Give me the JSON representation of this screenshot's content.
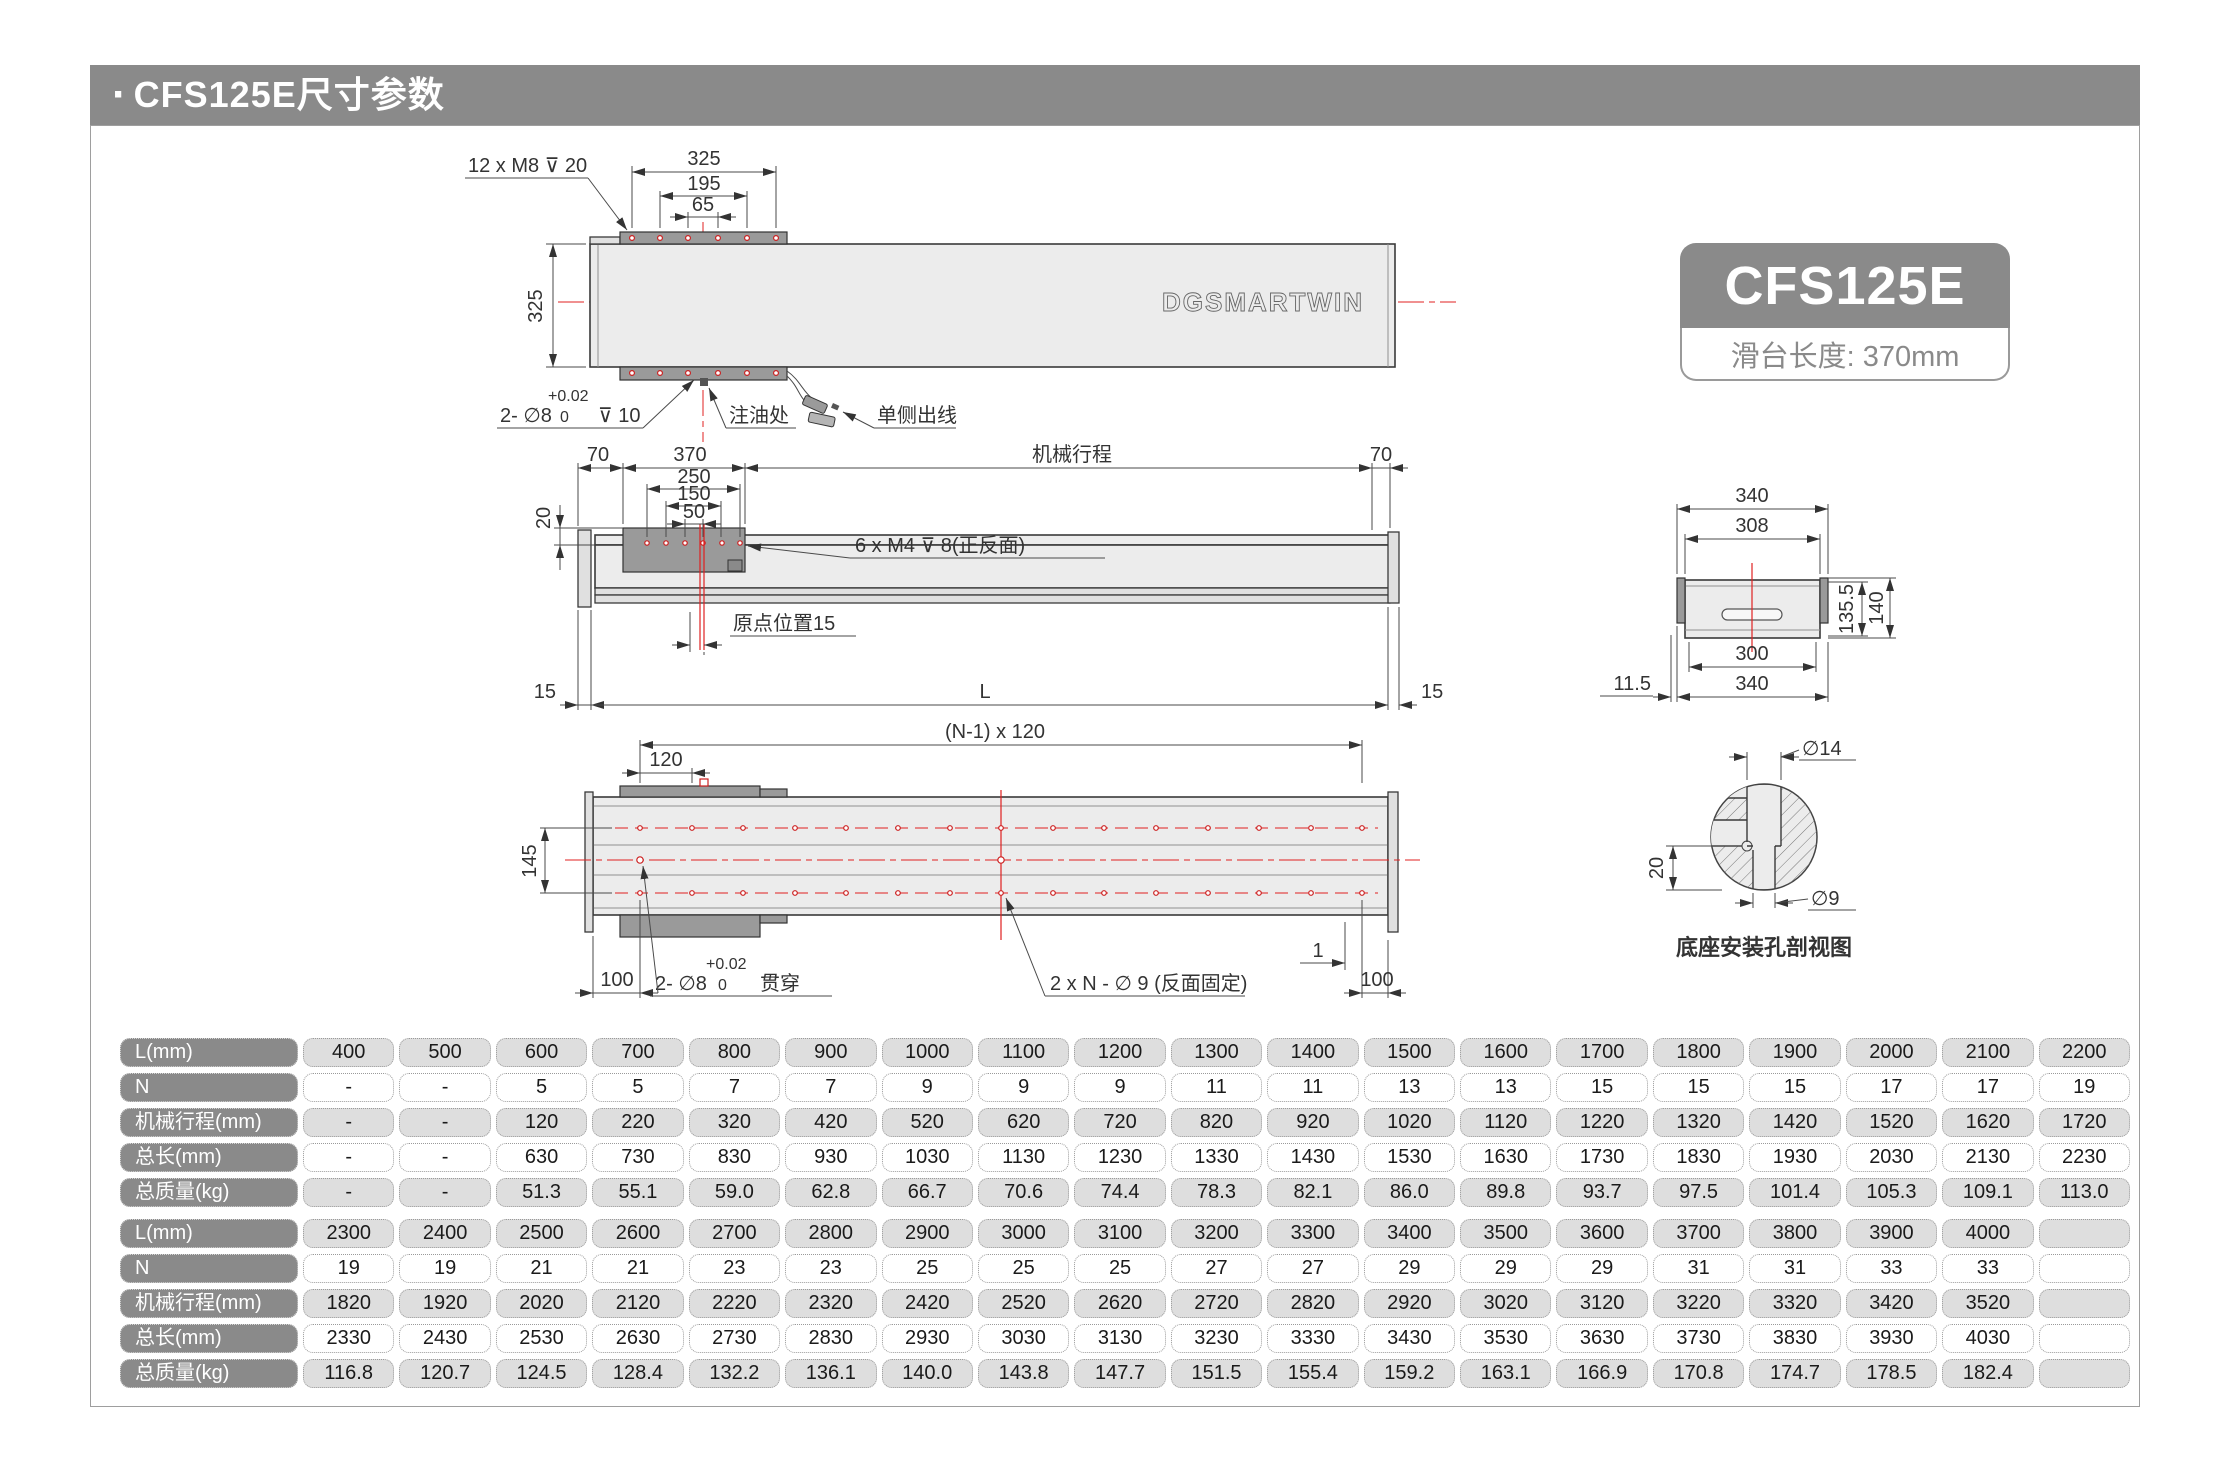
{
  "header": {
    "bullet": "·",
    "title": "CFS125E尺寸参数"
  },
  "badge": {
    "model": "CFS125E",
    "subtitle": "滑台长度: 370mm"
  },
  "logo": {
    "text": "DGSMARTWIN"
  },
  "colors": {
    "header_bg": "#8a8a8a",
    "label_bg": "#8a8a8a",
    "cell_gray": "#dedede",
    "centerline_red": "#e02020",
    "plate_gray": "#9a9a9a",
    "body_gray": "#ececec"
  },
  "drawing": {
    "top_view": {
      "bolt_callout": "12 x M8  ⊽ 20",
      "dim_325_top": "325",
      "dim_195": "195",
      "dim_65": "65",
      "dim_325_left": "325",
      "pin_callout": "2- ∅8",
      "pin_tol_upper": "+0.02",
      "pin_tol_lower": "0",
      "pin_depth": "⊽ 10",
      "oil_port": "注油处",
      "cable_exit": "单侧出线"
    },
    "side_view": {
      "dim_70_left": "70",
      "dim_370": "370",
      "stroke_label": "机械行程",
      "dim_70_right": "70",
      "dim_250": "250",
      "dim_150": "150",
      "dim_50": "50",
      "dim_20": "20",
      "m4_callout": "6 x M4  ⊽ 8(正反面)",
      "origin_label": "原点位置15",
      "dim_15_left": "15",
      "dim_L": "L",
      "dim_15_right": "15"
    },
    "bottom_view": {
      "dim_n_pitch": "(N-1) x 120",
      "dim_120": "120",
      "dim_145": "145",
      "dim_100_left": "100",
      "pin_callout": "2- ∅8",
      "pin_tol_upper": "+0.02",
      "pin_tol_lower": "0",
      "pin_through": "贯穿",
      "hole_callout": "2 x N - ∅ 9 (反面固定)",
      "dim_1": "1",
      "dim_100_right": "100"
    },
    "section_view": {
      "dim_340_top": "340",
      "dim_308": "308",
      "dim_135_5": "135.5",
      "dim_140": "140",
      "dim_300": "300",
      "dim_340_bottom": "340",
      "dim_11_5": "11.5"
    },
    "detail_view": {
      "dim_d14": "∅14",
      "dim_20": "20",
      "dim_d9": "∅9",
      "caption": "底座安装孔剖视图"
    }
  },
  "tables": [
    {
      "rows": [
        {
          "label": "L(mm)",
          "values": [
            "400",
            "500",
            "600",
            "700",
            "800",
            "900",
            "1000",
            "1100",
            "1200",
            "1300",
            "1400",
            "1500",
            "1600",
            "1700",
            "1800",
            "1900",
            "2000",
            "2100",
            "2200"
          ]
        },
        {
          "label": "N",
          "values": [
            "-",
            "-",
            "5",
            "5",
            "7",
            "7",
            "9",
            "9",
            "9",
            "11",
            "11",
            "13",
            "13",
            "15",
            "15",
            "15",
            "17",
            "17",
            "19"
          ]
        },
        {
          "label": "机械行程(mm)",
          "values": [
            "-",
            "-",
            "120",
            "220",
            "320",
            "420",
            "520",
            "620",
            "720",
            "820",
            "920",
            "1020",
            "1120",
            "1220",
            "1320",
            "1420",
            "1520",
            "1620",
            "1720"
          ]
        },
        {
          "label": "总长(mm)",
          "values": [
            "-",
            "-",
            "630",
            "730",
            "830",
            "930",
            "1030",
            "1130",
            "1230",
            "1330",
            "1430",
            "1530",
            "1630",
            "1730",
            "1830",
            "1930",
            "2030",
            "2130",
            "2230"
          ]
        },
        {
          "label": "总质量(kg)",
          "values": [
            "-",
            "-",
            "51.3",
            "55.1",
            "59.0",
            "62.8",
            "66.7",
            "70.6",
            "74.4",
            "78.3",
            "82.1",
            "86.0",
            "89.8",
            "93.7",
            "97.5",
            "101.4",
            "105.3",
            "109.1",
            "113.0"
          ]
        }
      ]
    },
    {
      "rows": [
        {
          "label": "L(mm)",
          "values": [
            "2300",
            "2400",
            "2500",
            "2600",
            "2700",
            "2800",
            "2900",
            "3000",
            "3100",
            "3200",
            "3300",
            "3400",
            "3500",
            "3600",
            "3700",
            "3800",
            "3900",
            "4000",
            ""
          ]
        },
        {
          "label": "N",
          "values": [
            "19",
            "19",
            "21",
            "21",
            "23",
            "23",
            "25",
            "25",
            "25",
            "27",
            "27",
            "29",
            "29",
            "29",
            "31",
            "31",
            "33",
            "33",
            ""
          ]
        },
        {
          "label": "机械行程(mm)",
          "values": [
            "1820",
            "1920",
            "2020",
            "2120",
            "2220",
            "2320",
            "2420",
            "2520",
            "2620",
            "2720",
            "2820",
            "2920",
            "3020",
            "3120",
            "3220",
            "3320",
            "3420",
            "3520",
            ""
          ]
        },
        {
          "label": "总长(mm)",
          "values": [
            "2330",
            "2430",
            "2530",
            "2630",
            "2730",
            "2830",
            "2930",
            "3030",
            "3130",
            "3230",
            "3330",
            "3430",
            "3530",
            "3630",
            "3730",
            "3830",
            "3930",
            "4030",
            ""
          ]
        },
        {
          "label": "总质量(kg)",
          "values": [
            "116.8",
            "120.7",
            "124.5",
            "128.4",
            "132.2",
            "136.1",
            "140.0",
            "143.8",
            "147.7",
            "151.5",
            "155.4",
            "159.2",
            "163.1",
            "166.9",
            "170.8",
            "174.7",
            "178.5",
            "182.4",
            ""
          ]
        }
      ]
    }
  ]
}
